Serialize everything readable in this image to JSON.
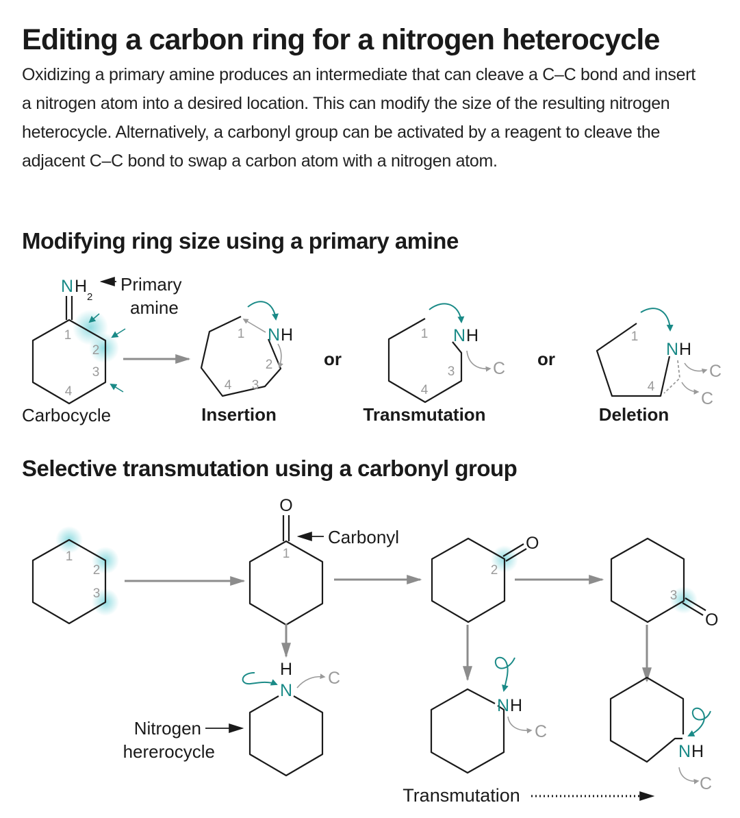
{
  "title": "Editing a carbon ring for a nitrogen heterocycle",
  "intro": "Oxidizing a primary amine produces an intermediate that can cleave a C–C bond and insert a nitrogen atom into a desired location. This can modify the size of the resulting nitrogen heterocycle. Alternatively, a carbonyl group can be activated by a reagent to cleave the adjacent C–C bond to swap a carbon atom with a nitrogen atom.",
  "section1": {
    "heading": "Modifying ring size using a primary amine",
    "start": {
      "n": "N",
      "h": "H",
      "sub2": "2",
      "callout_line1": "Primary",
      "callout_line2": "amine",
      "label": "Carbocycle",
      "nums": [
        "1",
        "2",
        "3",
        "4"
      ]
    },
    "insertion": {
      "label": "Insertion",
      "n": "N",
      "h": "H",
      "nums": [
        "1",
        "2",
        "3",
        "4"
      ]
    },
    "or1": "or",
    "transmutation": {
      "label": "Transmutation",
      "n": "N",
      "h": "H",
      "c": "C",
      "nums": [
        "1",
        "3",
        "4"
      ]
    },
    "or2": "or",
    "deletion": {
      "label": "Deletion",
      "n": "N",
      "h": "H",
      "c1": "C",
      "c2": "C",
      "nums": [
        "1",
        "4"
      ]
    }
  },
  "section2": {
    "heading": "Selective transmutation using a carbonyl group",
    "ring0": {
      "nums": [
        "1",
        "2",
        "3"
      ]
    },
    "ring1": {
      "o": "O",
      "num": "1",
      "callout": "Carbonyl"
    },
    "ring2": {
      "o": "O",
      "num": "2"
    },
    "ring3": {
      "o": "O",
      "num": "3"
    },
    "prod1": {
      "h": "H",
      "n": "N",
      "c": "C",
      "callout_line1": "Nitrogen",
      "callout_line2": "hererocycle"
    },
    "prod2": {
      "n": "N",
      "h": "H",
      "c": "C"
    },
    "prod3": {
      "n": "N",
      "h": "H",
      "c": "C"
    },
    "transmutation_label": "Transmutation"
  },
  "colors": {
    "teal": "#1a8a87",
    "grey": "#9a9a9a",
    "arrow": "#8c8c8c",
    "glow": "#7fd6dc"
  }
}
